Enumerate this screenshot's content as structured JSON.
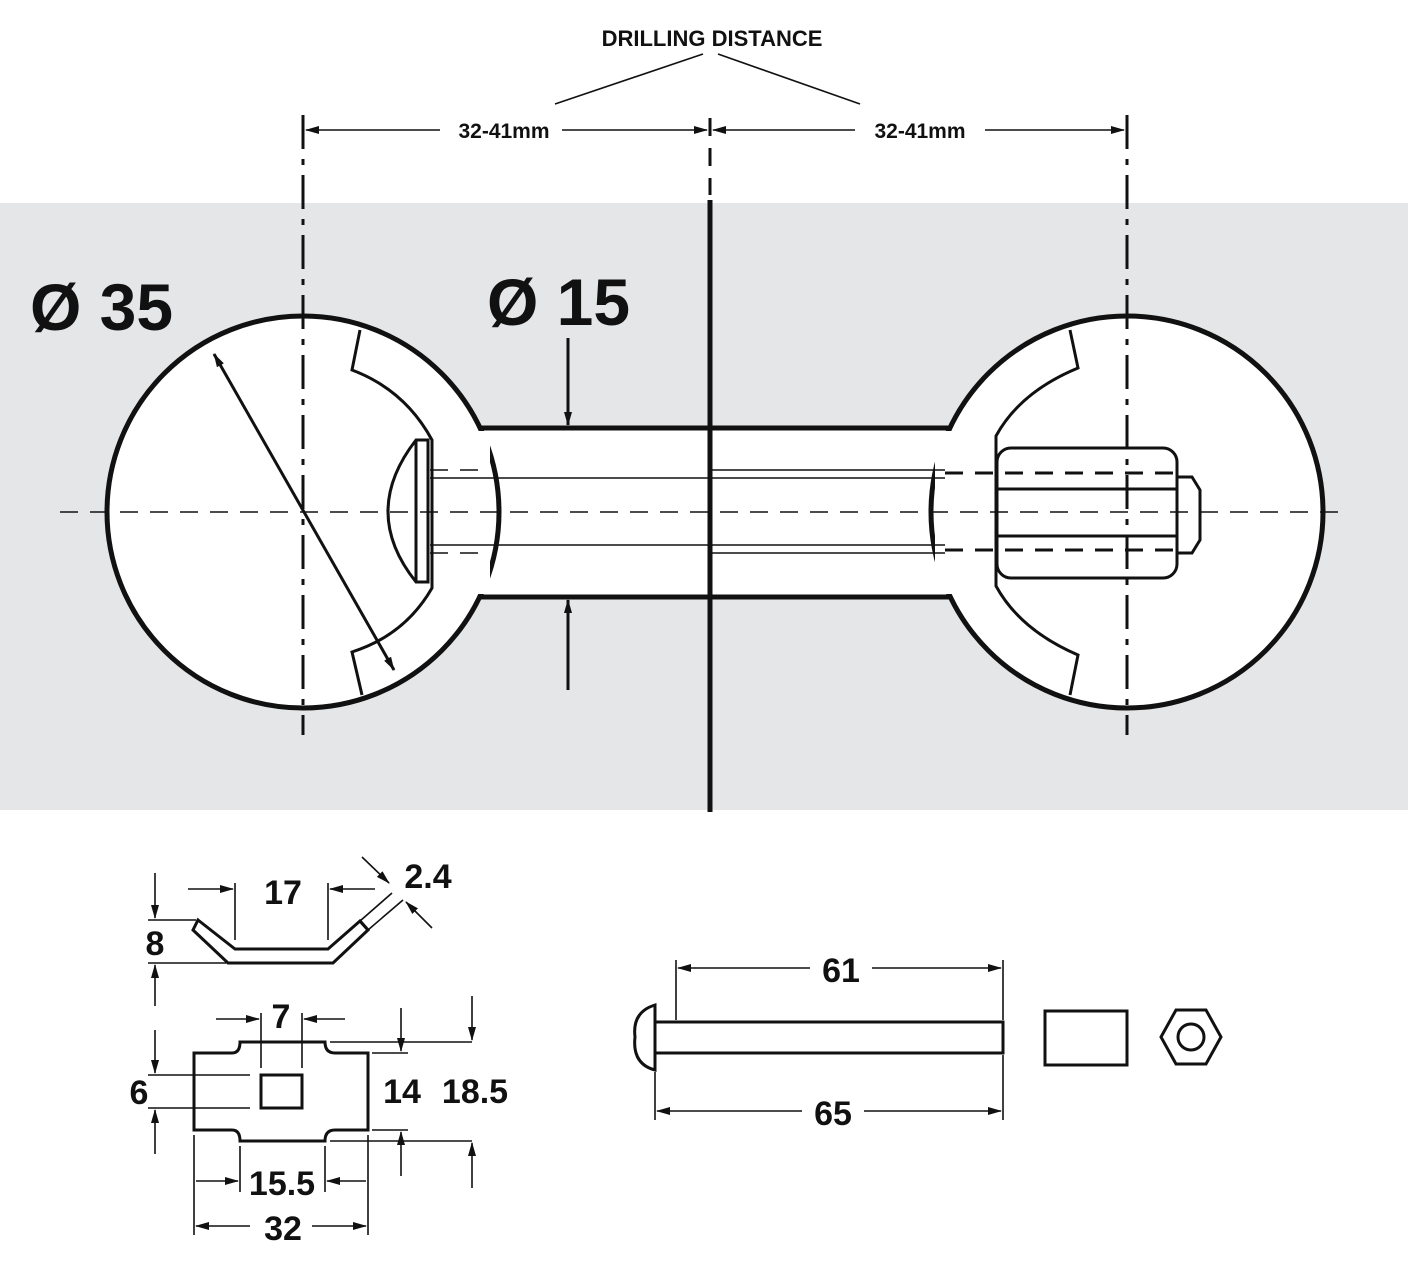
{
  "title": "DRILLING DISTANCE",
  "drilling_distance_left": "32-41mm",
  "drilling_distance_right": "32-41mm",
  "bore_diameter_large": "Ø 35",
  "bore_diameter_small": "Ø 15",
  "bracket": {
    "width_inner": "17",
    "thickness": "2.4",
    "height": "8"
  },
  "plate": {
    "hole_width": "7",
    "hole_height": "6",
    "height_inner": "14",
    "height_outer": "18.5",
    "width_inner": "15.5",
    "width_outer": "32"
  },
  "bolt": {
    "shaft_length": "61",
    "total_length": "65"
  },
  "colors": {
    "panel": "#e5e6e8",
    "line": "#111111"
  }
}
